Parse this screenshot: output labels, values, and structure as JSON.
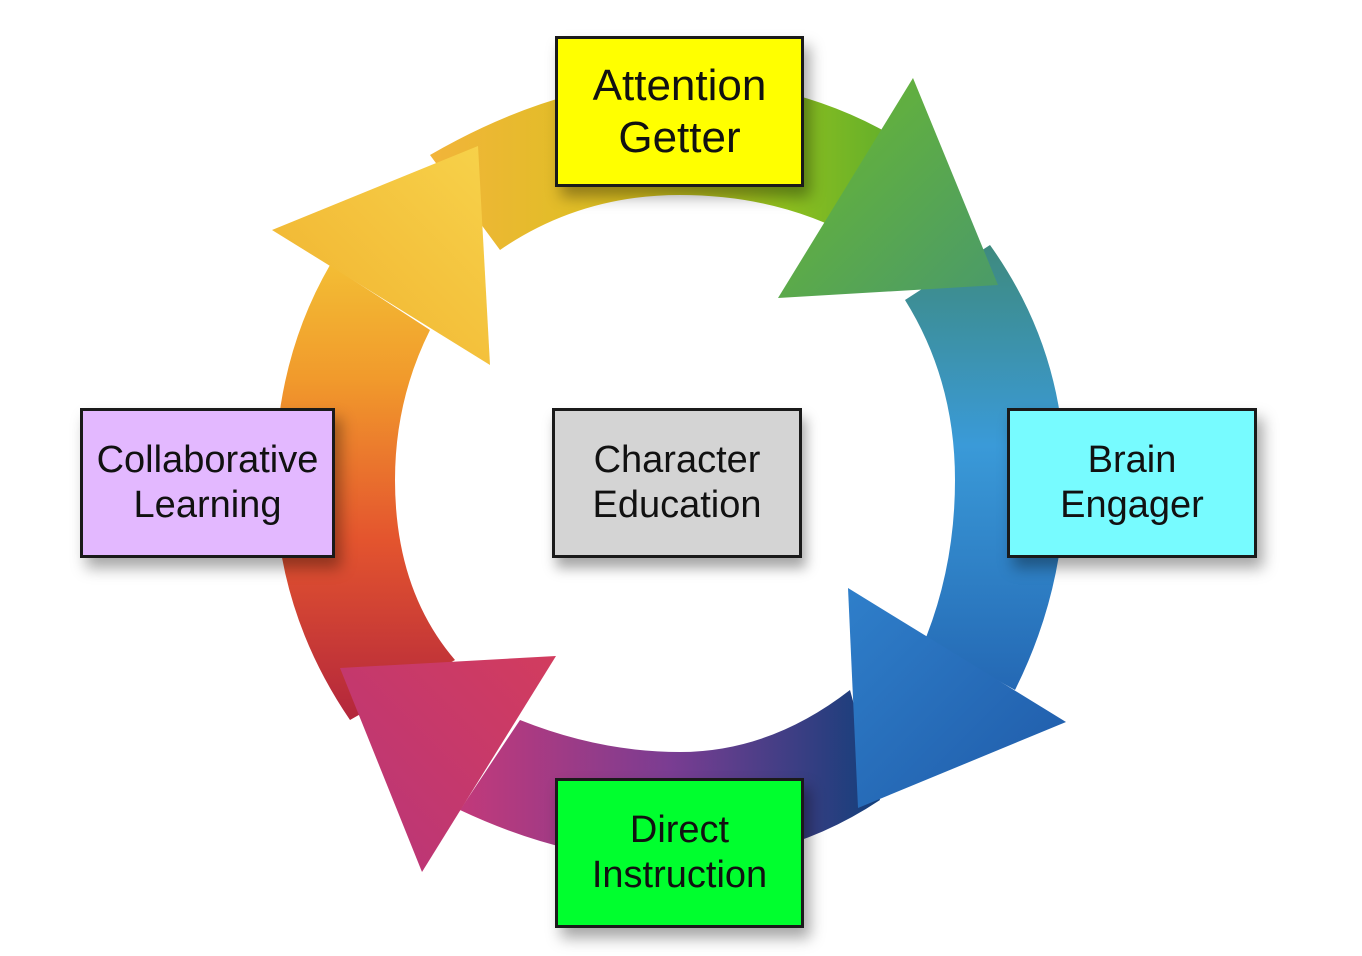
{
  "diagram": {
    "center": {
      "line1": "Character",
      "line2": "Education",
      "color": "#d4d4d4"
    },
    "stages": [
      {
        "id": "attention",
        "line1": "Attention",
        "line2": "Getter",
        "color": "#ffff00"
      },
      {
        "id": "brain",
        "line1": "Brain",
        "line2": "Engager",
        "color": "#77fbff"
      },
      {
        "id": "direct",
        "line1": "Direct",
        "line2": "Instruction",
        "color": "#00ff2e"
      },
      {
        "id": "collab",
        "line1": "Collaborative",
        "line2": "Learning",
        "color": "#e3b8ff"
      }
    ],
    "ring_colors": {
      "yellow": "#f4c238",
      "green": "#5aa92c",
      "teal": "#3f8f86",
      "blue": "#2a78c6",
      "navy": "#1d4d8c",
      "purple": "#8b3a8e",
      "magenta": "#c8375a",
      "red": "#d8442f",
      "orange": "#f08a28"
    }
  }
}
